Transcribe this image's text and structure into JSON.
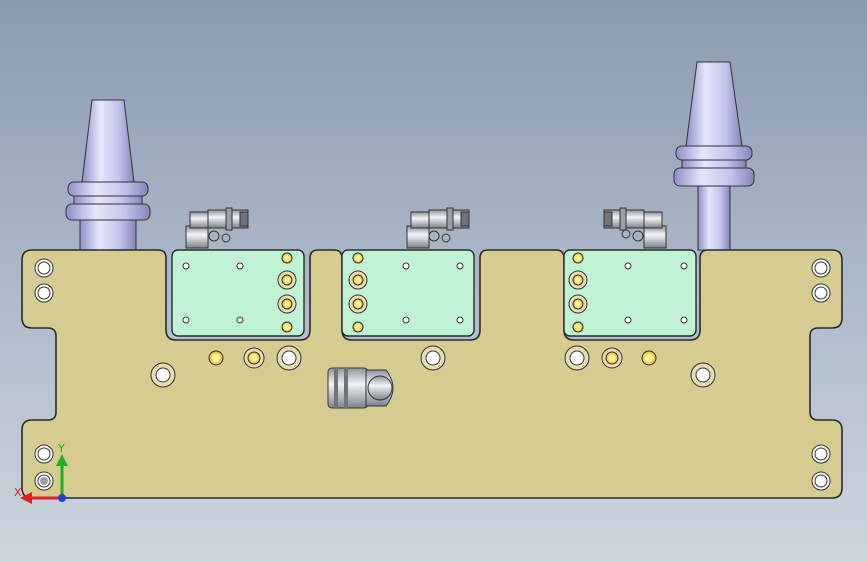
{
  "viewport": {
    "background_top": "#8a9ab0",
    "background_bottom": "#cdd5de"
  },
  "colors": {
    "base_plate": "#d6cc92",
    "mounting_plate": "#bff3d4",
    "tool_holder": "#c8c8f0",
    "fitting": "#c9cdd2",
    "bolt_hole_fill": "#f0c020",
    "outline": "#2a2a2a"
  },
  "model": {
    "description_icon": "cad-fixture-assembly",
    "tool_holder_count": 2,
    "mounting_plate_count": 3,
    "elbow_fitting_count": 3
  },
  "triad": {
    "x_label": "X",
    "y_label": "Y",
    "x_color": "#e02020",
    "y_color": "#20b020",
    "z_color": "#2040e0"
  }
}
